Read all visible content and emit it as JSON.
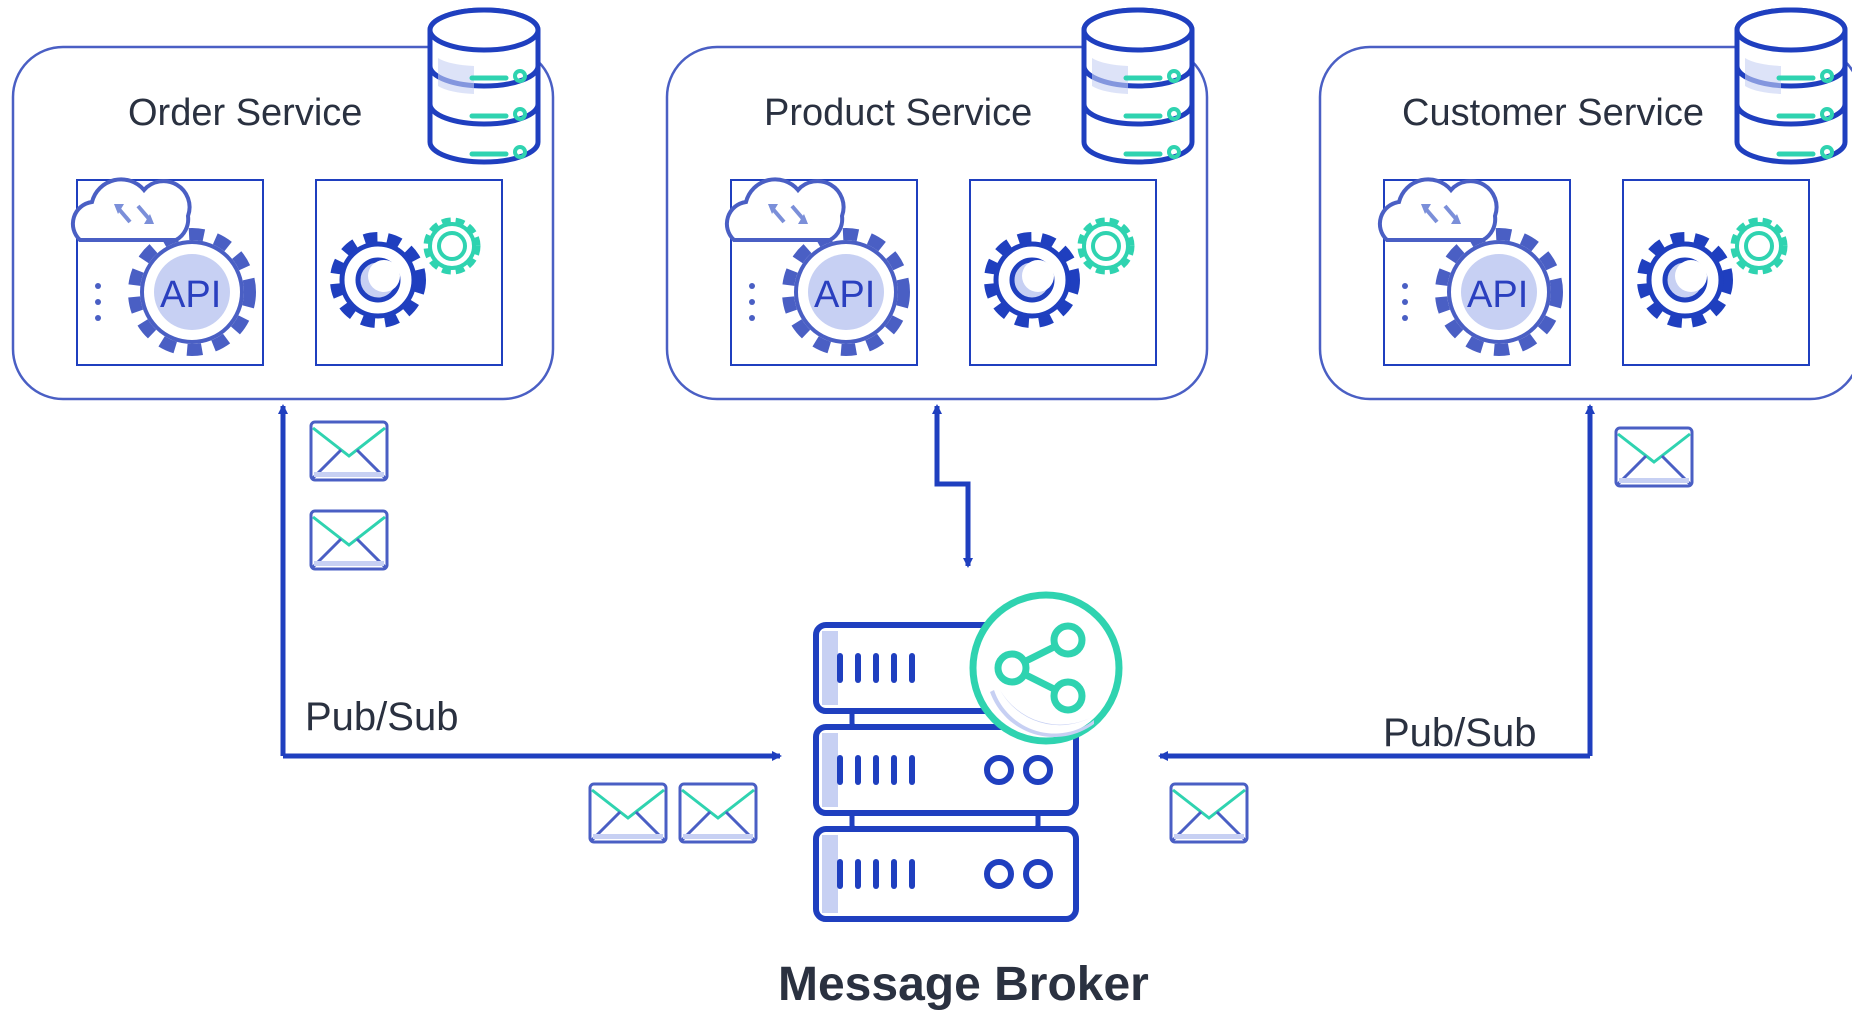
{
  "colors": {
    "primary": "#1f3fbf",
    "accent": "#2fd3b0",
    "light": "#c7d0f3",
    "text": "#2a3140",
    "box_border": "#4a5fc4"
  },
  "services": [
    {
      "title": "Order Service"
    },
    {
      "title": "Product Service"
    },
    {
      "title": "Customer Service"
    }
  ],
  "api_label": "API",
  "links": {
    "left_label": "Pub/Sub",
    "right_label": "Pub/Sub"
  },
  "broker": {
    "title": "Message Broker"
  },
  "icons": [
    "database-icon",
    "cloud-sync-icon",
    "api-gear-icon",
    "gears-icon",
    "envelope-icon",
    "server-icon",
    "share-icon"
  ]
}
